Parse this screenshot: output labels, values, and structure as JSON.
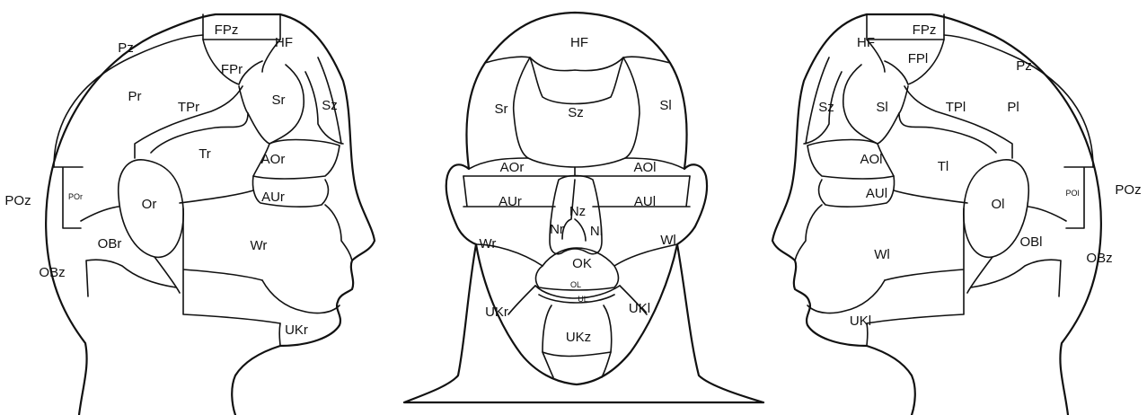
{
  "left_profile": {
    "labels": [
      "FPz",
      "FPr",
      "HF",
      "Pz",
      "Pr",
      "TPr",
      "Sr",
      "Sz",
      "Tr",
      "AOr",
      "AUr",
      "POz",
      "POr",
      "Or",
      "OBr",
      "Wr",
      "OBz",
      "UKr"
    ]
  },
  "front_face": {
    "labels": [
      "HF",
      "Sr",
      "Sz",
      "Sl",
      "AOr",
      "AOl",
      "AUr",
      "AUl",
      "Nz",
      "Nr",
      "Nl",
      "Wr",
      "Wl",
      "OK",
      "OL",
      "UL",
      "UKr",
      "UKl",
      "UKz"
    ]
  },
  "right_profile": {
    "labels": [
      "FPz",
      "FPl",
      "HF",
      "Pz",
      "Pl",
      "TPl",
      "Sz",
      "Sl",
      "AOl",
      "Tl",
      "AUl",
      "Ol",
      "POl",
      "POz",
      "Wl",
      "OBl",
      "OBz",
      "UKl"
    ]
  }
}
